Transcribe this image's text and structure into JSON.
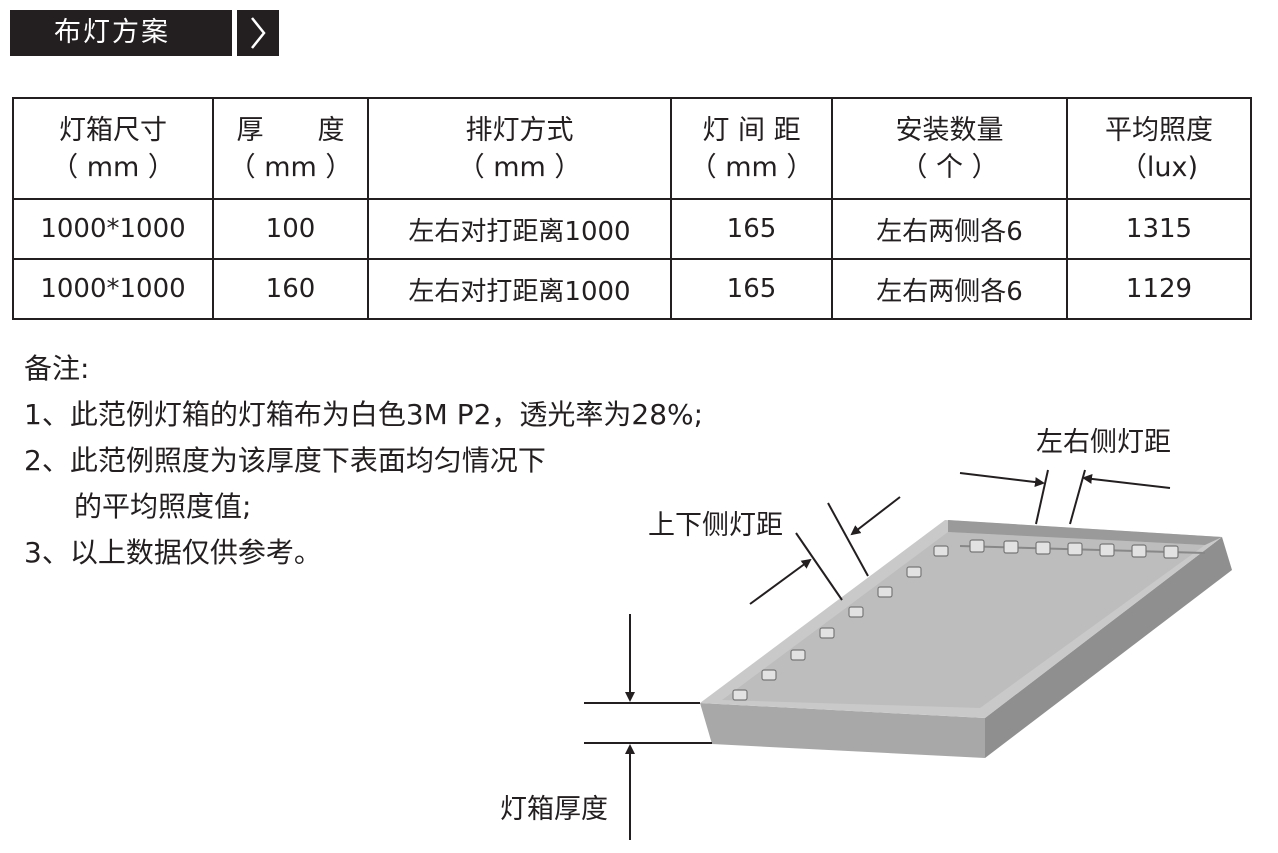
{
  "section": {
    "title": "布灯方案",
    "arrow": "〉"
  },
  "table": {
    "headers": [
      {
        "name": "灯箱尺寸",
        "unit": "（ mm ）"
      },
      {
        "name": "厚　　度",
        "unit": "（ mm ）"
      },
      {
        "name": "排灯方式",
        "unit": "（ mm ）"
      },
      {
        "name": "灯 间 距",
        "unit": "（ mm ）"
      },
      {
        "name": "安装数量",
        "unit": "（ 个 ）"
      },
      {
        "name": "平均照度",
        "unit": "（lux)"
      }
    ],
    "rows": [
      [
        "1000*1000",
        "100",
        "左右对打距离1000",
        "165",
        "左右两侧各6",
        "1315"
      ],
      [
        "1000*1000",
        "160",
        "左右对打距离1000",
        "165",
        "左右两侧各6",
        "1129"
      ]
    ]
  },
  "notes": {
    "heading": "备注:",
    "items": [
      "1、此范例灯箱的灯箱布为白色3M  P2，透光率为28%;",
      "2、此范例照度为该厚度下表面均匀情况下",
      "的平均照度值;",
      "3、以上数据仅供参考。"
    ]
  },
  "diagram": {
    "label_side_spacing": "左右侧灯距",
    "label_top_bottom_spacing": "上下侧灯距",
    "label_thickness": "灯箱厚度",
    "box_top_color": "#bdbdbd",
    "box_side_color": "#8f8f8f",
    "box_front_color": "#a8a8a8"
  }
}
